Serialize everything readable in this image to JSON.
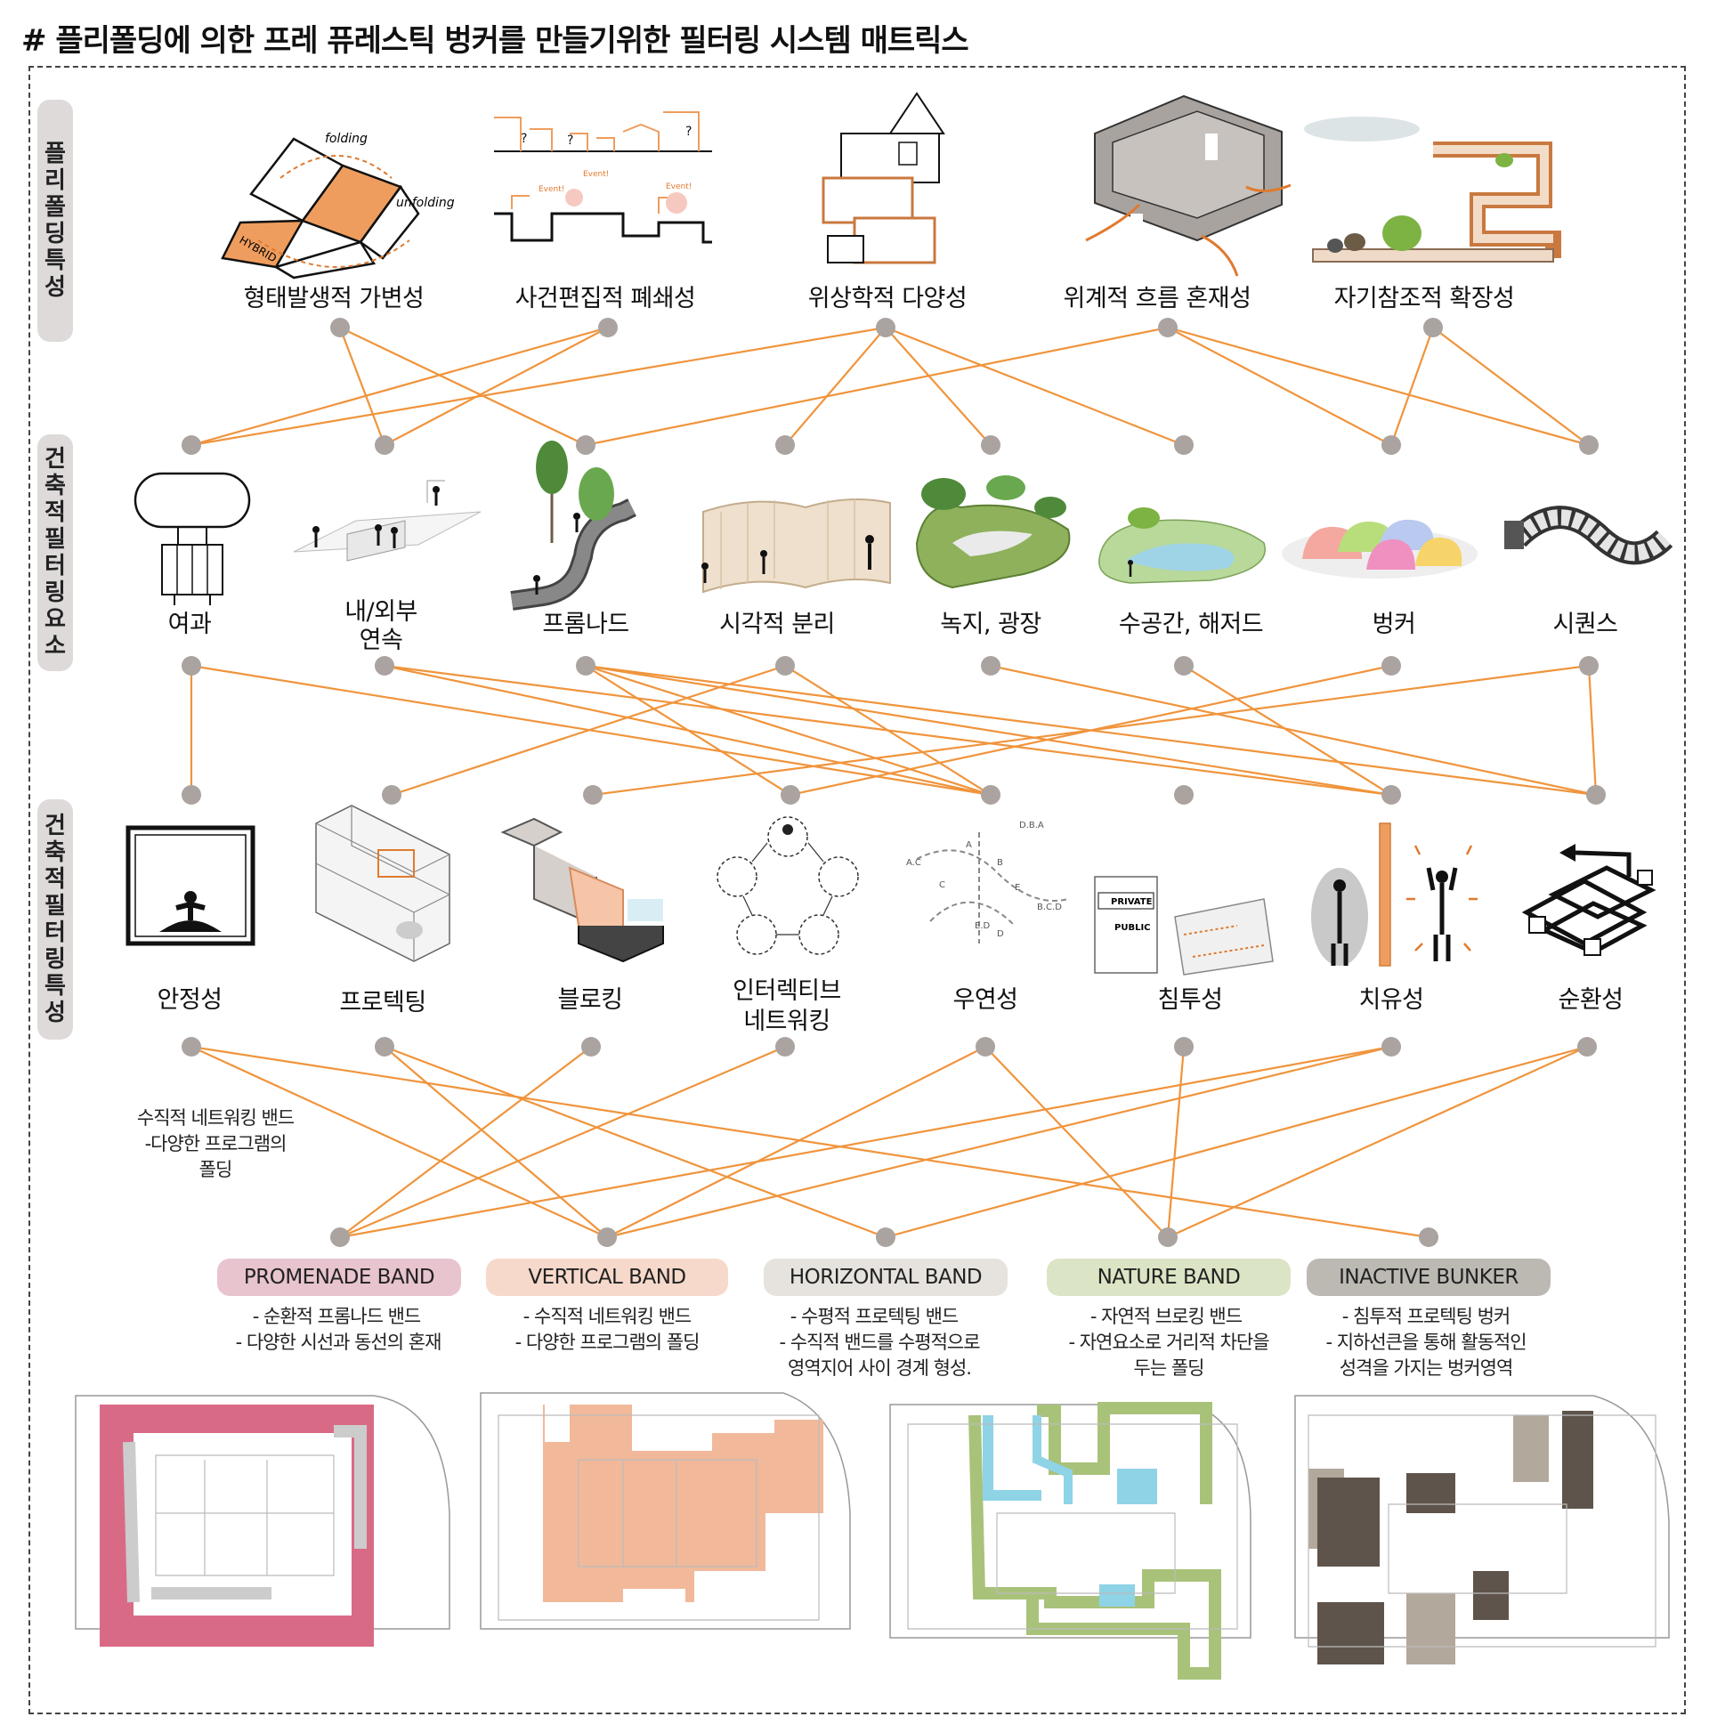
{
  "title": "# 플리폴딩에 의한 프레 퓨레스틱 벙커를 만들기위한 필터링 시스템 매트릭스",
  "sides": {
    "pli": "플리폴딩특성",
    "elem": "건축적필터링요소",
    "char": "건축적필터링특성"
  },
  "row1": [
    "형태발생적 가변성",
    "사건편집적 폐쇄성",
    "위상학적 다양성",
    "위계적 흐름 혼재성",
    "자기참조적 확장성"
  ],
  "row2": [
    "여과",
    "내/외부",
    "연속",
    "프롬나드",
    "시각적 분리",
    "녹지, 광장",
    "수공간, 해저드",
    "벙커",
    "시퀀스"
  ],
  "row3": [
    "안정성",
    "프로텍팅",
    "블로킹",
    "인터렉티브",
    "네트워킹",
    "우연성",
    "침투성",
    "치유성",
    "순환성"
  ],
  "illus": {
    "folding": "folding",
    "unfolding": "unfolding",
    "hybrid": "HYBRID",
    "event": "Event!",
    "private": "PRIVATE",
    "public": "PUBLIC",
    "dba": "D.B.A",
    "ac": "A.C",
    "bcd": "B.C.D",
    "ed": "E.D",
    "a": "A",
    "b": "B",
    "c": "C",
    "d": "D",
    "e": "E",
    "q": "?"
  },
  "left_note": [
    "수직적 네트워킹 밴드",
    "-다양한 프로그램의",
    "폴딩"
  ],
  "bands": [
    {
      "label": "PROMENADE BAND",
      "color": "#e8c4cf",
      "lines": [
        "- 순환적 프롬나드 밴드",
        "- 다양한 시선과 동선의 혼재"
      ]
    },
    {
      "label": "VERTICAL BAND",
      "color": "#f6d9cb",
      "lines": [
        "- 수직적 네트워킹 밴드",
        "- 다양한 프로그램의 폴딩"
      ]
    },
    {
      "label": "HORIZONTAL BAND",
      "color": "#e6e3de",
      "lines": [
        "- 수평적 프로텍팅 밴드",
        "- 수직적 밴드를 수평적으로",
        "영역지어 사이 경계 형성."
      ]
    },
    {
      "label": "NATURE BAND",
      "color": "#dbe4c4",
      "lines": [
        "- 자연적 브로킹 밴드",
        "- 자연요소로 거리적 차단을",
        "두는 폴딩"
      ]
    },
    {
      "label": "INACTIVE BUNKER",
      "color": "#bcb9b3",
      "lines": [
        "- 침투적 프로텍팅 벙커",
        "- 지하선큰을 통해 활동적인",
        "성격을 가지는 벙커영역"
      ]
    }
  ],
  "colors": {
    "line": "#f0943c",
    "dot": "#aaa3a0",
    "pink": "#d96a86",
    "peach": "#f1b99a",
    "green": "#a9c27a",
    "blue": "#8fd3e6",
    "dark": "#5e544b",
    "tan": "#b3a89c"
  }
}
